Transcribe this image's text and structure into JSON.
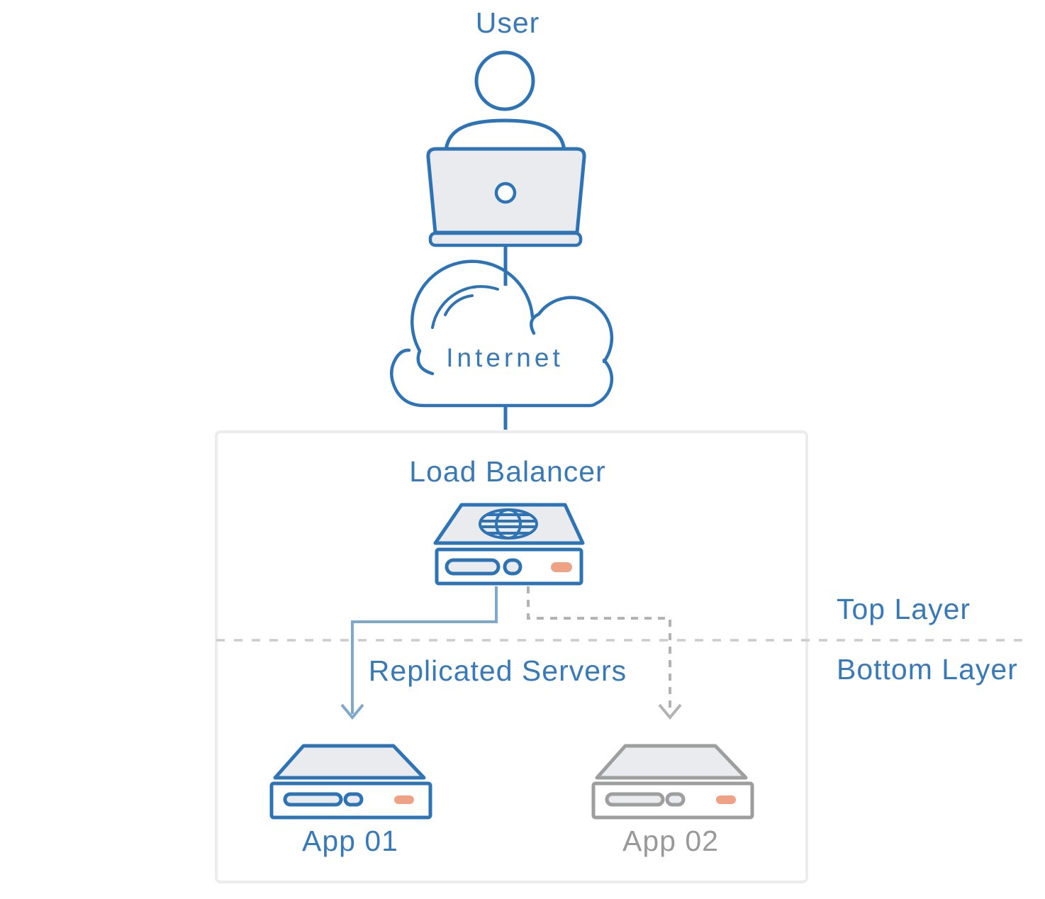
{
  "diagram": {
    "nodes": {
      "user": {
        "label": "User"
      },
      "internet": {
        "label": "Internet"
      },
      "load_balancer": {
        "label": "Load Balancer"
      },
      "app01": {
        "label": "App 01"
      },
      "app02": {
        "label": "App 02"
      }
    },
    "annotations": {
      "replicated_servers": "Replicated Servers",
      "top_layer": "Top Layer",
      "bottom_layer": "Bottom Layer"
    },
    "edges": [
      {
        "from": "user",
        "to": "internet",
        "style": "solid"
      },
      {
        "from": "internet",
        "to": "load_balancer",
        "style": "solid"
      },
      {
        "from": "load_balancer",
        "to": "app01",
        "style": "solid-arrow"
      },
      {
        "from": "load_balancer",
        "to": "app02",
        "style": "dashed-arrow"
      }
    ],
    "colors": {
      "primary_blue": "#2e74b5",
      "label_blue": "#3879b7",
      "connector_light_blue": "#7ea9cb",
      "inactive_gray": "#9e9e9e",
      "dashed_gray": "#b3b3b3",
      "divider_gray": "#cccccc",
      "panel_fill_gray": "#e9ebee",
      "accent_orange": "#efa185",
      "container_border": "#ececec"
    }
  }
}
